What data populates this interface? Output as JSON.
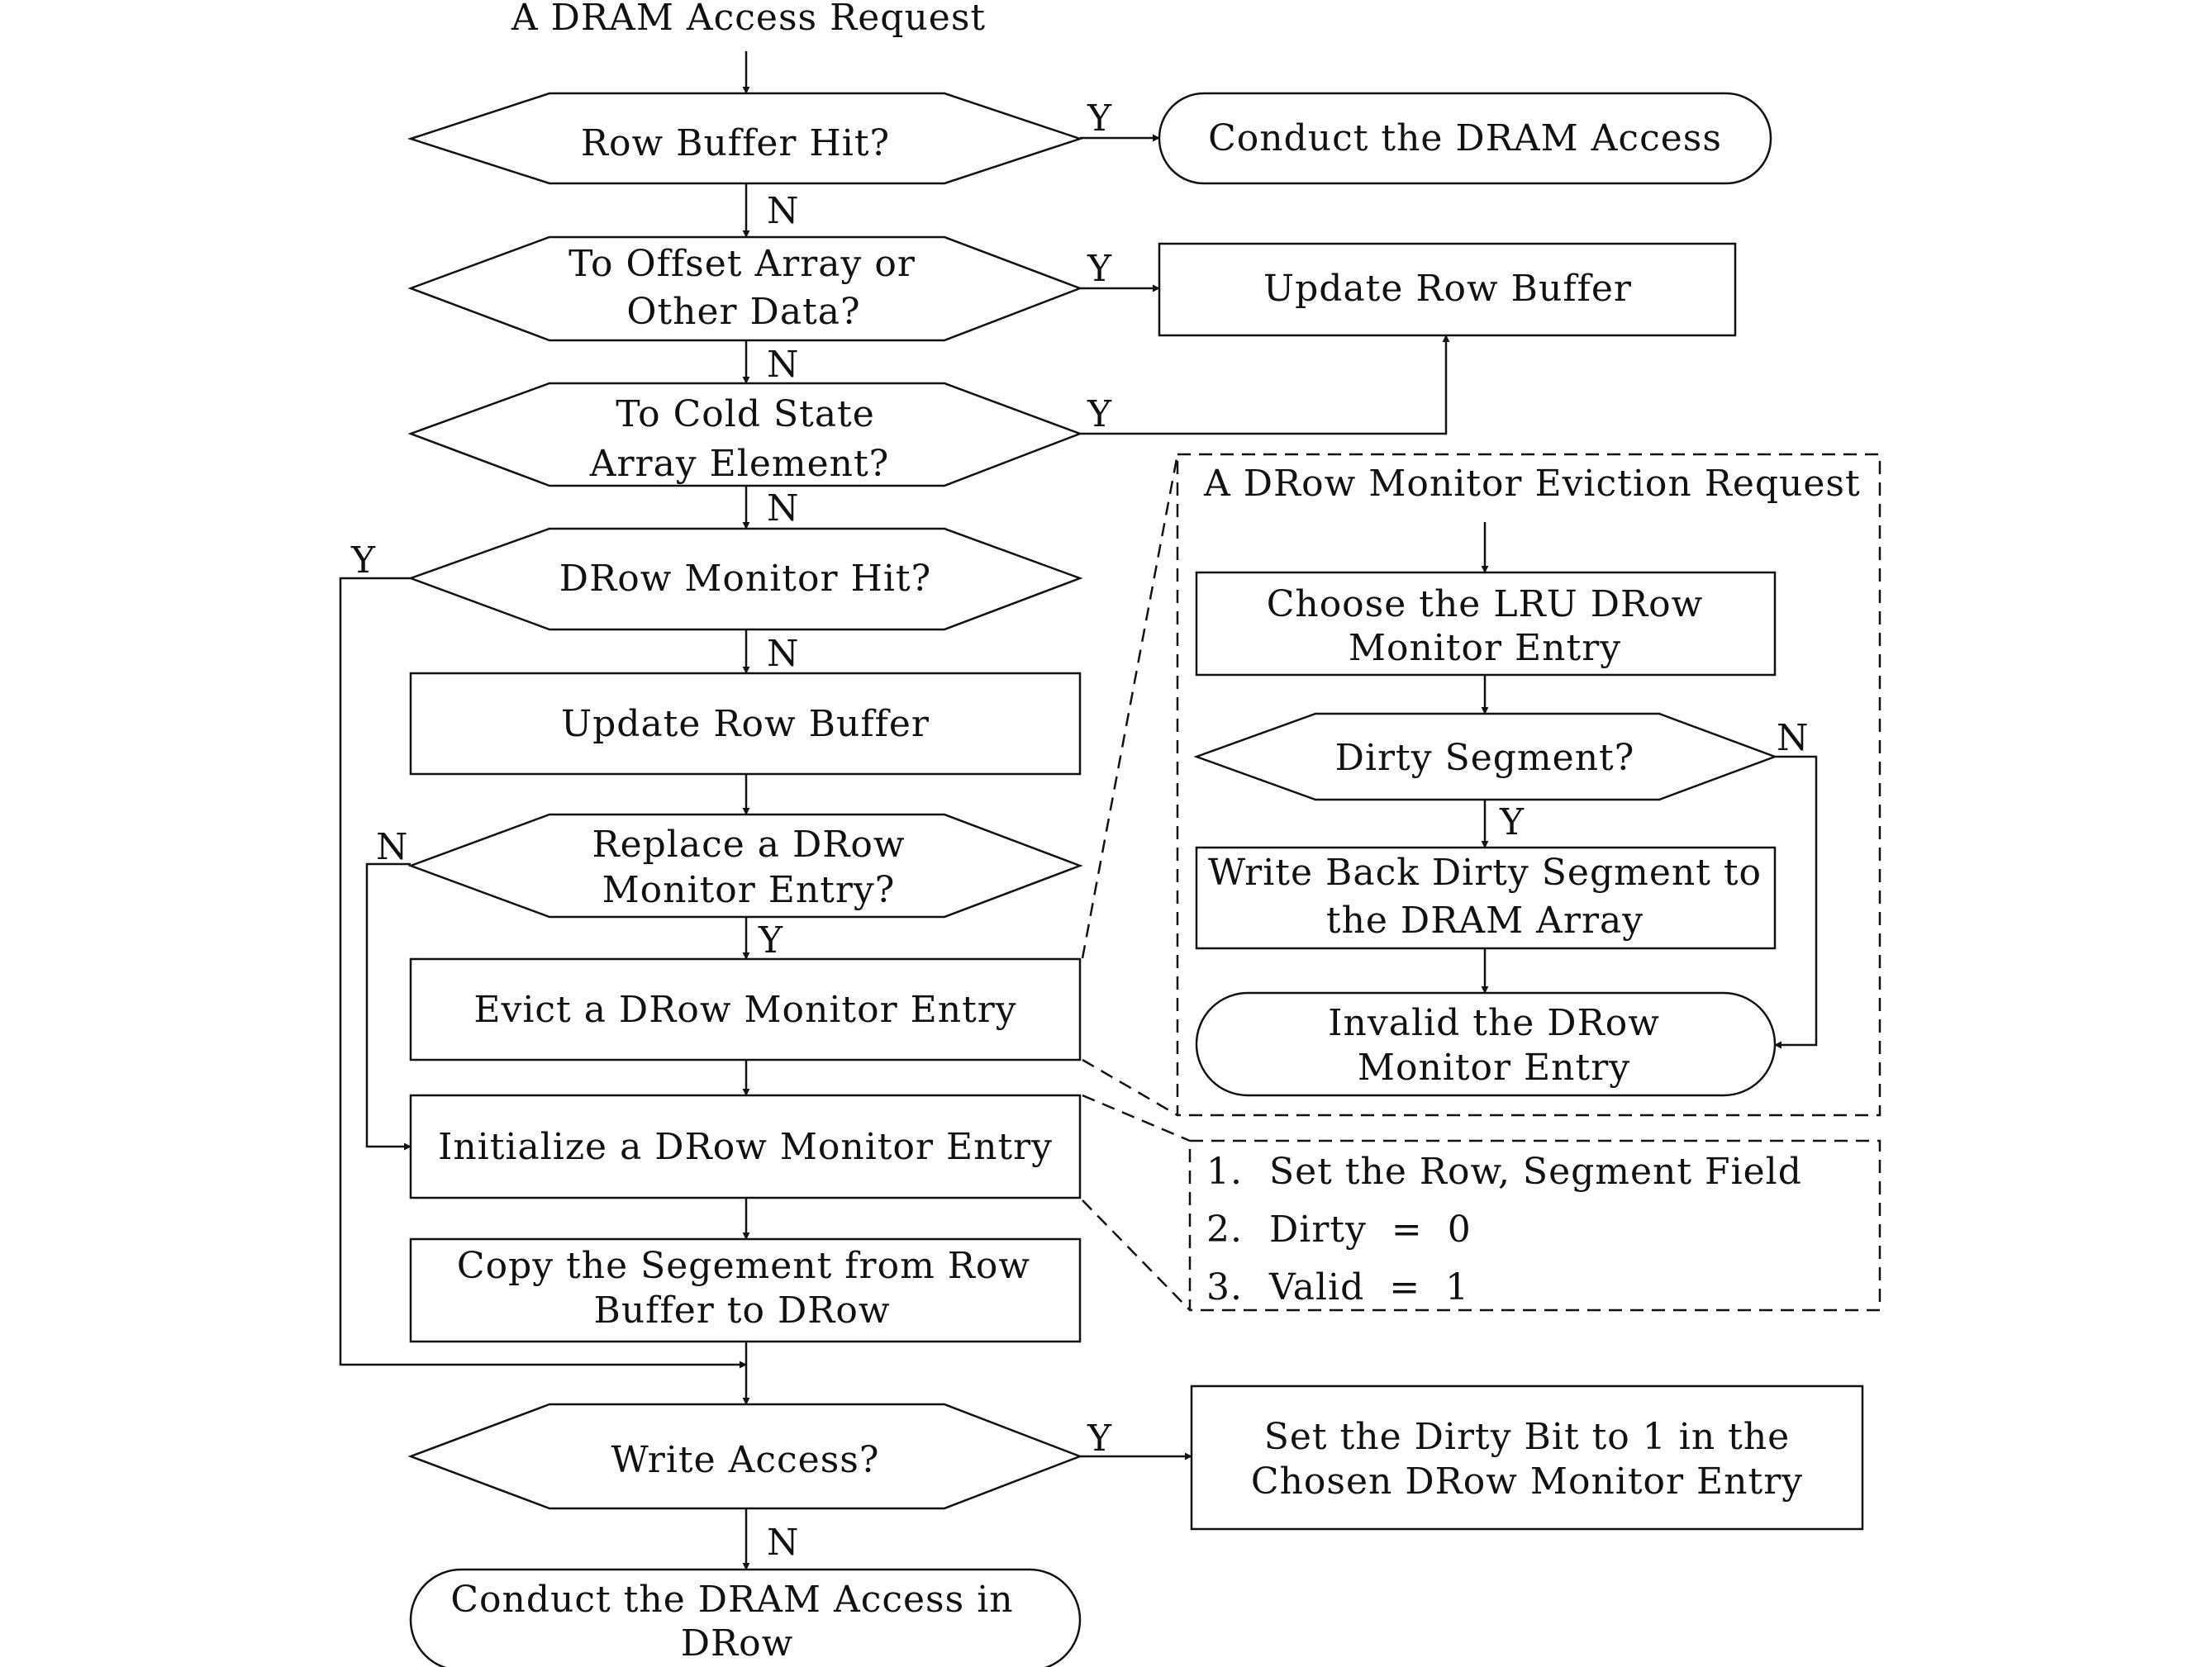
{
  "start": "A DRAM Access Request",
  "decisions": {
    "row_buffer_hit": "Row Buffer Hit?",
    "offset_array": [
      "To Offset Array or",
      "Other Data?"
    ],
    "cold_state": [
      "To Cold State",
      "Array Element?"
    ],
    "drow_monitor_hit": "DRow Monitor Hit?",
    "replace_entry": [
      "Replace a DRow",
      "Monitor Entry?"
    ],
    "write_access": "Write Access?",
    "dirty_segment": "Dirty Segment?"
  },
  "processes": {
    "conduct_access": "Conduct the DRAM Access",
    "update_row_buffer_top": "Update Row Buffer",
    "update_row_buffer": "Update Row Buffer",
    "evict_entry": "Evict a DRow Monitor Entry",
    "initialize_entry": "Initialize a DRow Monitor Entry",
    "copy_segment": [
      "Copy the Segement from Row",
      "Buffer to DRow"
    ],
    "set_dirty_bit": [
      "Set the Dirty Bit to 1 in the",
      "Chosen DRow Monitor Entry"
    ],
    "conduct_access_drow": [
      "Conduct the DRAM Access in",
      "DRow"
    ],
    "choose_lru": [
      "Choose the LRU DRow",
      "Monitor Entry"
    ],
    "write_back": [
      "Write Back Dirty Segment to",
      "the DRAM Array"
    ],
    "invalid_entry": [
      "Invalid the DRow",
      "Monitor Entry"
    ]
  },
  "eviction_panel": {
    "title": "A DRow Monitor Eviction Request"
  },
  "init_panel": {
    "items": [
      {
        "num": "1.",
        "text": "Set the Row, Segment Field"
      },
      {
        "num": "2.",
        "text": "Dirty  =  0"
      },
      {
        "num": "3.",
        "text": "Valid  =  1"
      }
    ]
  },
  "edge_labels": {
    "yes": "Y",
    "no": "N"
  }
}
